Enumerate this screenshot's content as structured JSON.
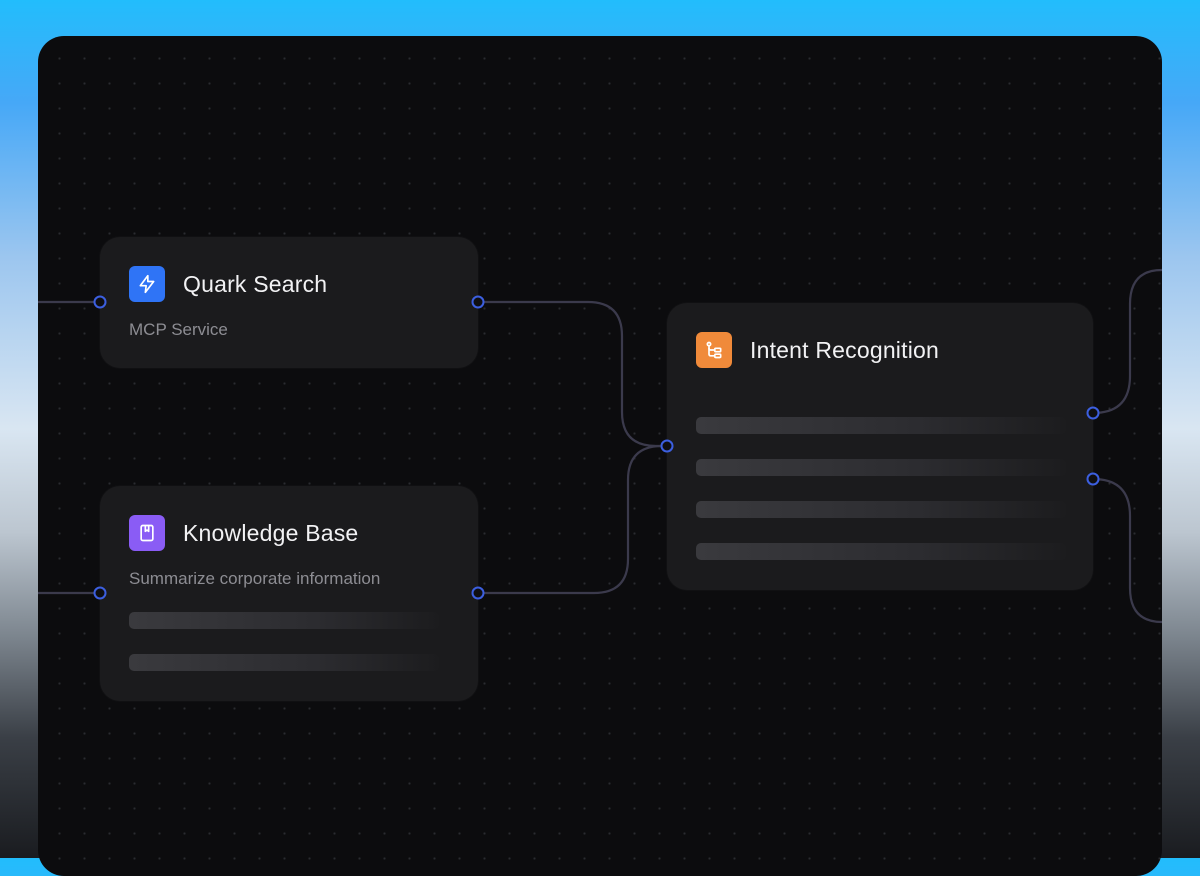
{
  "nodes": {
    "quark_search": {
      "title": "Quark Search",
      "subtitle": "MCP Service",
      "icon": "lightning-icon",
      "icon_color": "#2f74f6"
    },
    "knowledge_base": {
      "title": "Knowledge Base",
      "subtitle": "Summarize corporate information",
      "icon": "book-icon",
      "icon_color": "#8a5cf5"
    },
    "intent_recognition": {
      "title": "Intent Recognition",
      "icon": "flow-branch-icon",
      "icon_color": "#f08a3a"
    }
  },
  "colors": {
    "canvas_bg": "#0c0c0e",
    "node_bg": "#1b1b1d",
    "edge": "#3b3a4c",
    "port": "#3c5fe0"
  }
}
